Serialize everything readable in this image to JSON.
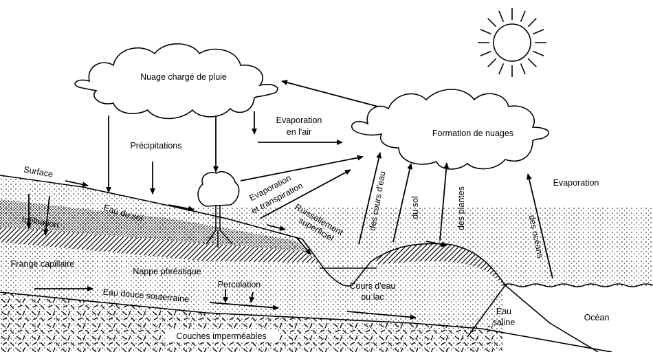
{
  "title": "Cycle de l'eau",
  "colors": {
    "ink": "#000000",
    "paper": "#ffffff"
  },
  "labels": {
    "rain_cloud": "Nuage chargé de pluie",
    "precipitations": "Précipitations",
    "evap_air_1": "Evaporation",
    "evap_air_2": "en l'air",
    "cloud_formation": "Formation de nuages",
    "surface": "Surface",
    "soil_water": "Eau du sol",
    "infiltration": "Infiltration",
    "evap_transp_1": "Evaporation",
    "evap_transp_2": "et transpiration",
    "runoff_1": "Ruissellement",
    "runoff_2": "superficiel",
    "from_streams": "des cours d'eau",
    "from_soil": "du sol",
    "from_plants": "des plantes",
    "evaporation": "Evaporation",
    "from_oceans": "des océans",
    "capillary_fringe": "Frange capillaire",
    "water_table": "Nappe phréatique",
    "percolation": "Percolation",
    "groundwater": "Eau douce souterraine",
    "stream_1": "Cours d'eau",
    "stream_2": "ou lac",
    "saline_1": "Eau",
    "saline_2": "saline",
    "ocean": "Océan",
    "impermeable": "Couches imperméables"
  }
}
